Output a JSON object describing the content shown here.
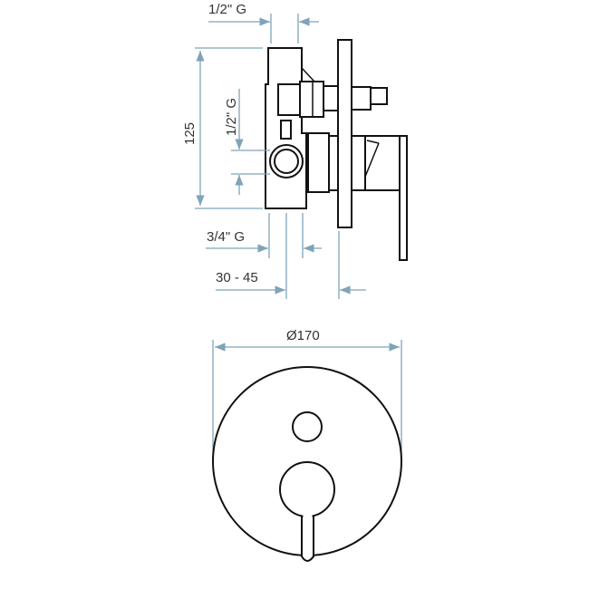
{
  "title": "Concealed shower mixer technical drawing",
  "dimensions": {
    "top_inlet": "1/2\" G",
    "height": "125",
    "side_outlet": "1/2\" G",
    "bottom_inlet": "3/4\" G",
    "depth_range": "30 - 45",
    "plate_diameter": "Ø170"
  },
  "colors": {
    "dimension": "#7fa3b8",
    "outline": "#111111"
  }
}
